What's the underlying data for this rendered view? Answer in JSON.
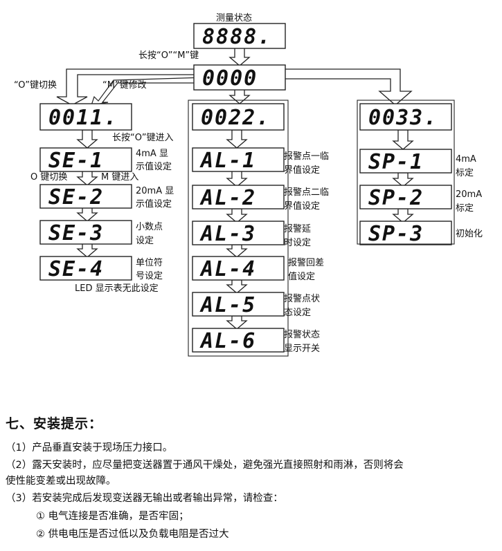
{
  "diagram": {
    "top_label": "测量状态",
    "enter_label": "长按“O”“M”键",
    "o_switch_label": "“O”键切换",
    "m_modify_label": "“M”键修改",
    "long_o_label": "长按“O”键进入",
    "o_switch2": "O 键切换",
    "m_enter": "M 键进入",
    "led_note": "LED 显示表无此设定",
    "displays": {
      "top": "8888.",
      "menu": "0000",
      "m1": "0011.",
      "m2": "0022.",
      "m3": "0033.",
      "se1": "SE-1",
      "se2": "SE-2",
      "se3": "SE-3",
      "se4": "SE-4",
      "al1": "AL-1",
      "al2": "AL-2",
      "al3": "AL-3",
      "al4": "AL-4",
      "al5": "AL-5",
      "al6": "AL-6",
      "sp1": "SP-1",
      "sp2": "SP-2",
      "sp3": "SP-3"
    },
    "labels": {
      "se1_a": "4mA 显",
      "se1_b": "示值设定",
      "se2_a": "20mA 显",
      "se2_b": "示值设定",
      "se3_a": "小数点",
      "se3_b": "设定",
      "se4_a": "单位符",
      "se4_b": "号设定",
      "al1_a": "报警点一临",
      "al1_b": "界值设定",
      "al2_a": "报警点二临",
      "al2_b": "界值设定",
      "al3_a": "报警延",
      "al3_b": "时设定",
      "al4_a": "报警回差",
      "al4_b": "值设定",
      "al5_a": "报警点状",
      "al5_b": "态设定",
      "al6_a": "报警状态",
      "al6_b": "显示开关",
      "sp1_a": "4mA",
      "sp1_b": "标定",
      "sp2_a": "20mA",
      "sp2_b": "标定",
      "sp3": "初始化"
    }
  },
  "section": {
    "title": "七、安装提示：",
    "p1": "（1）产品垂直安装于现场压力接口。",
    "p2a": "（2）露天安装时，应尽量把变送器置于通风干燥处，避免强光直接照射和雨淋，否则将会",
    "p2b": "使性能变差或出现故障。",
    "p3": "（3）若安装完成后发现变送器无输出或者输出异常，请检查：",
    "p3_1": "① 电气连接是否准确，是否牢固；",
    "p3_2": "② 供电电压是否过低以及负载电阻是否过大"
  }
}
